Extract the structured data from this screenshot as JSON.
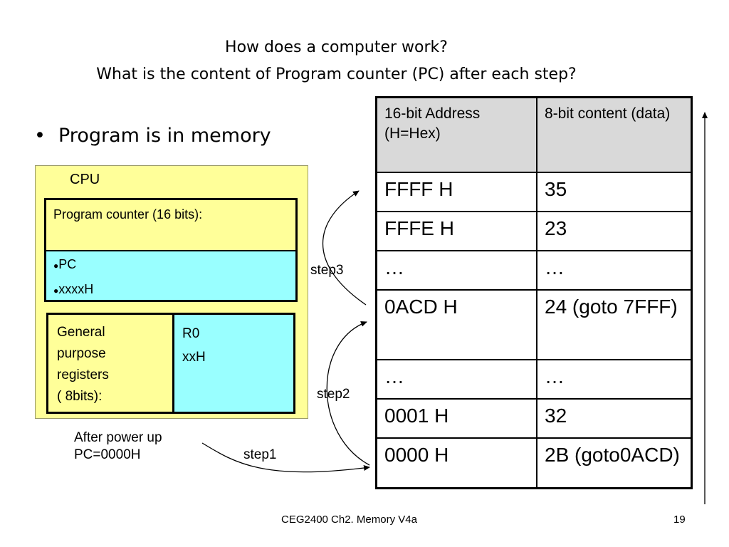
{
  "slide": {
    "title_line1": "How does a computer work?",
    "title_line2": "What is the content of Program counter (PC) after each step?",
    "bullet": "Program is in memory"
  },
  "cpu": {
    "label": "CPU",
    "pc_title": "Program counter (16 bits):",
    "pc_item1": "PC",
    "pc_item2": "xxxxH",
    "gpr_line1": "General",
    "gpr_line2": "purpose",
    "gpr_line3": "registers",
    "gpr_line4": "( 8bits):",
    "reg_name": "R0",
    "reg_value": "xxH"
  },
  "memory_table": {
    "headers": [
      "16-bit Address (H=Hex)",
      "8-bit content (data)"
    ],
    "rows": [
      [
        "FFFF H",
        "35"
      ],
      [
        "FFFE H",
        "23"
      ],
      [
        "…",
        "…"
      ],
      [
        "0ACD H",
        "24 (goto 7FFF)"
      ],
      [
        "…",
        "…"
      ],
      [
        "0001 H",
        "32"
      ],
      [
        "0000 H",
        "2B (goto0ACD)"
      ]
    ]
  },
  "notes": {
    "power_line1": "After power up",
    "power_line2": "PC=0000H",
    "step1": "step1",
    "step2": "step2",
    "step3": "step3"
  },
  "footer": {
    "course": "CEG2400 Ch2. Memory V4a",
    "page": "19"
  }
}
